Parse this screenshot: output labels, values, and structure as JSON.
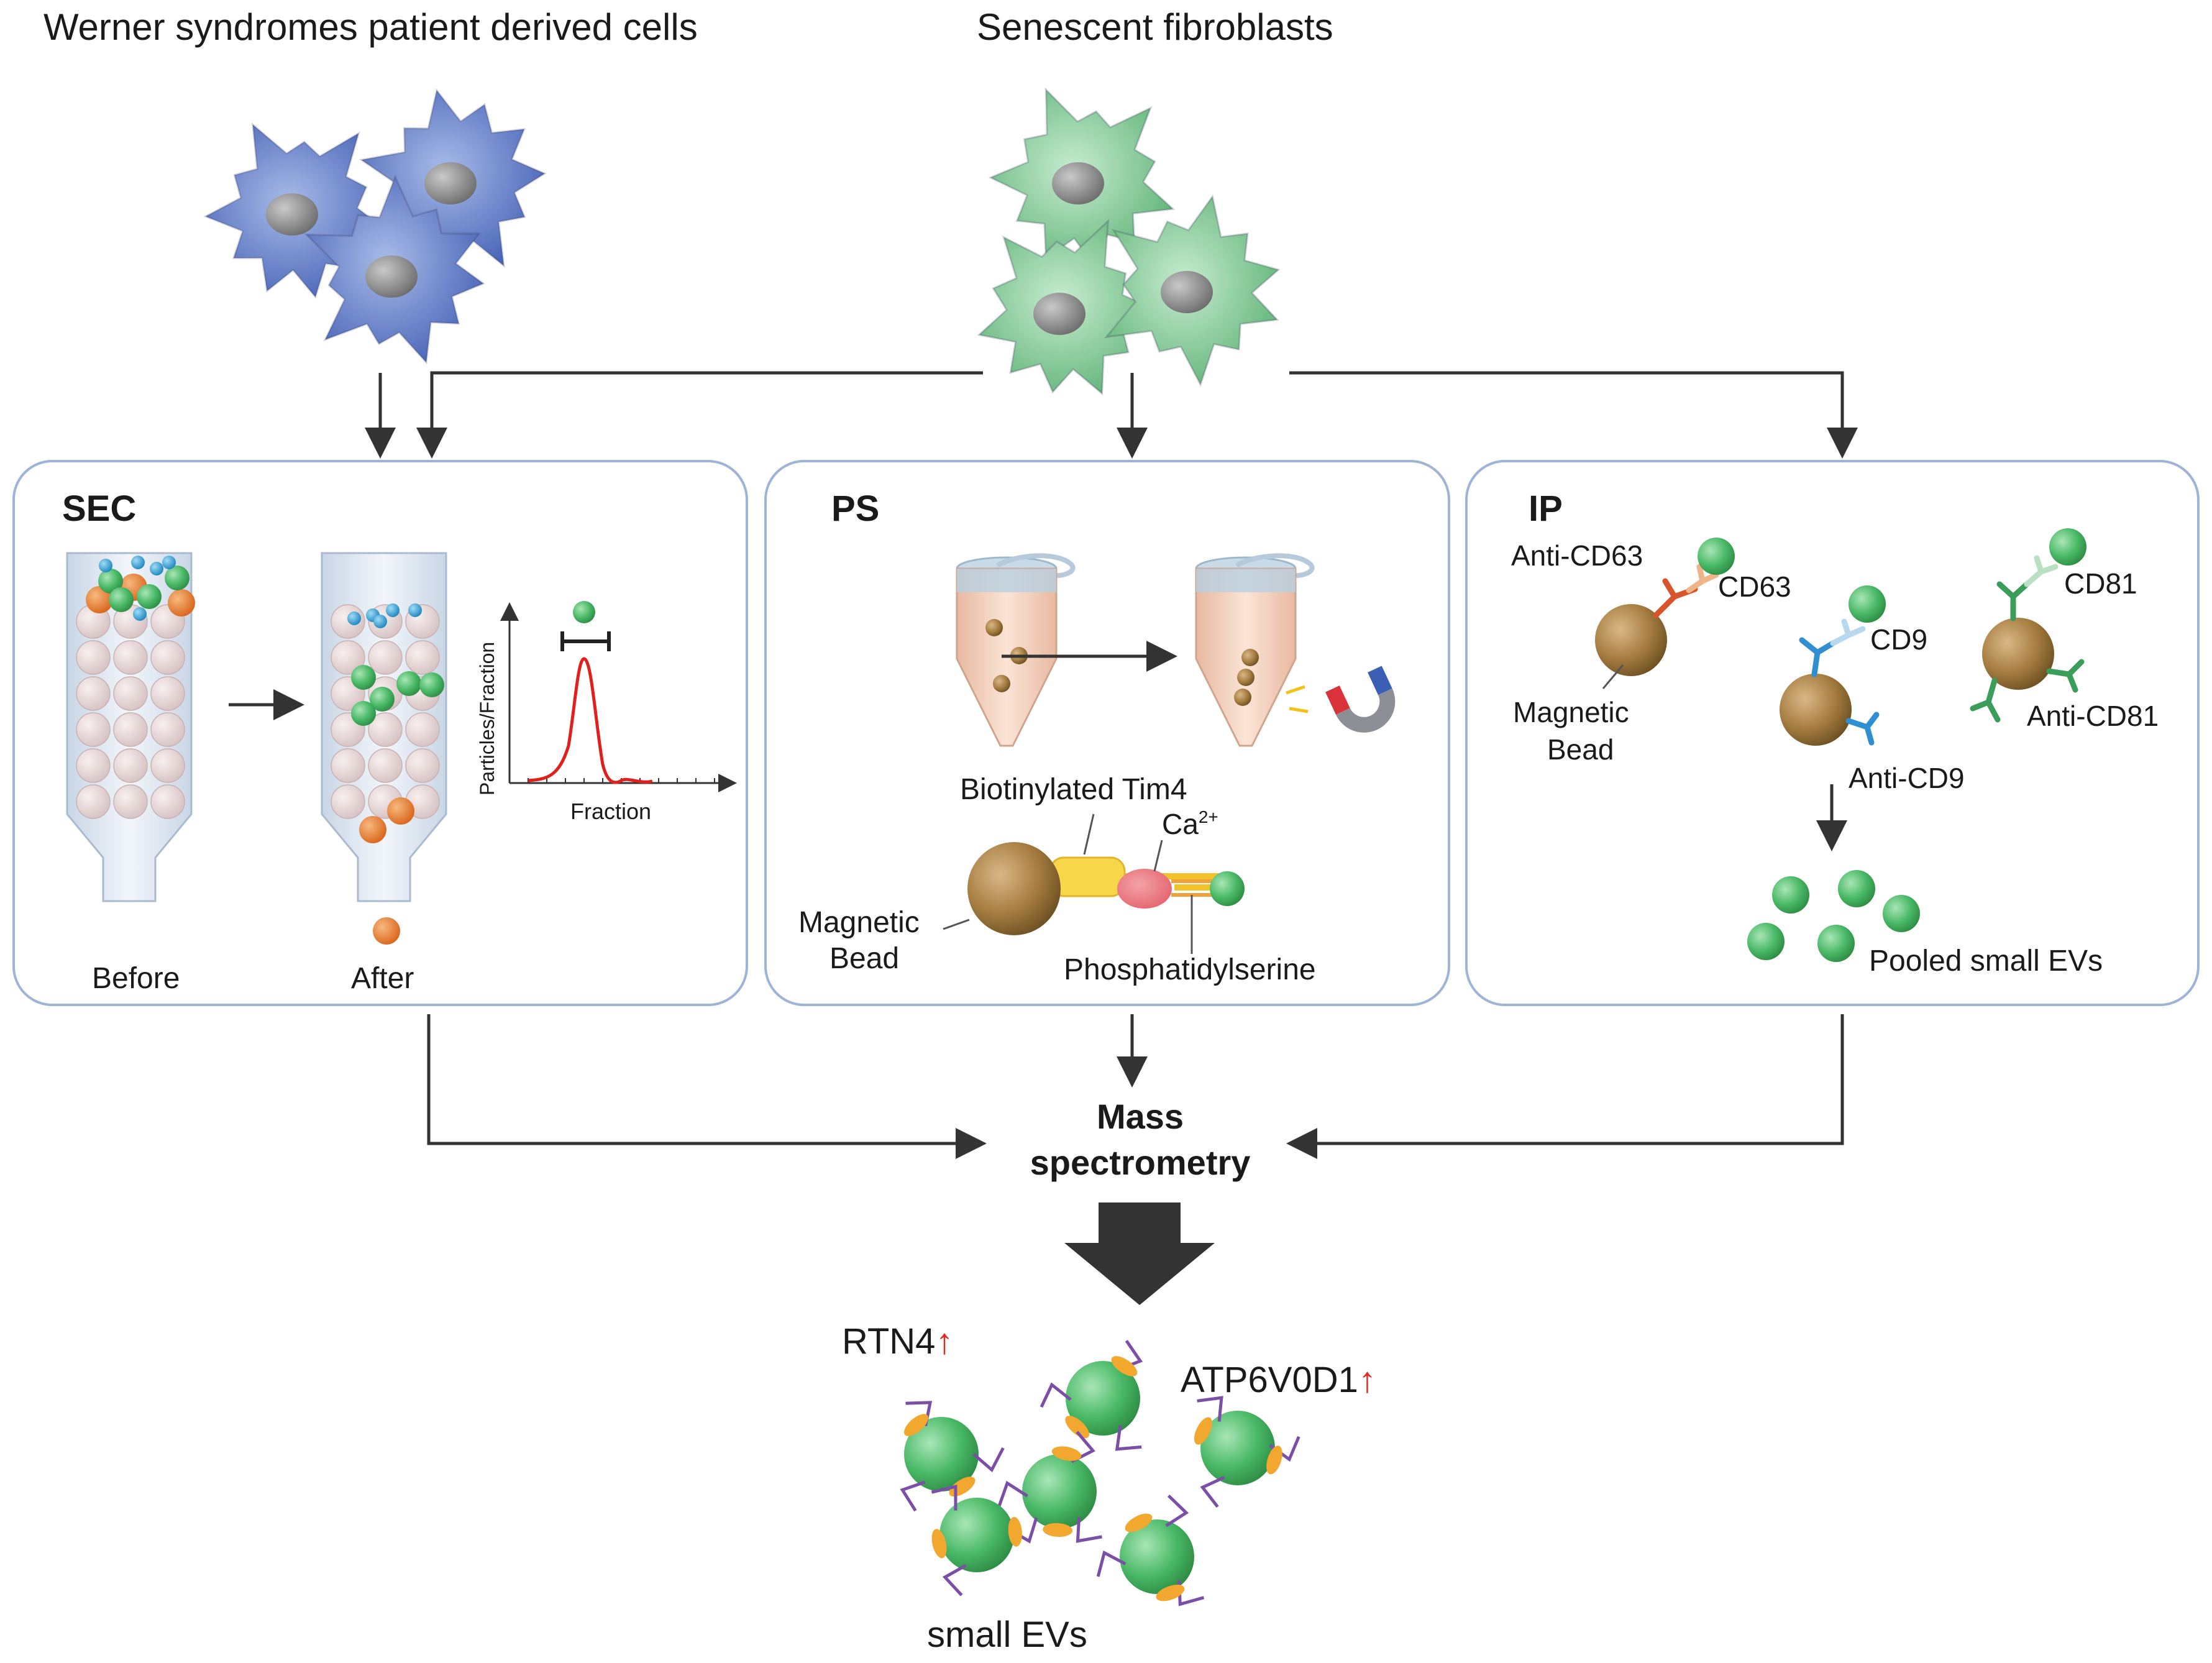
{
  "sources": {
    "werner_label": "Werner syndromes  patient  derived  cells",
    "senescent_label": "Senescent  fibroblasts"
  },
  "sec": {
    "title": "SEC",
    "before_label": "Before",
    "after_label": "After",
    "plot_ylabel": "Particles/Fraction",
    "plot_xlabel": "Fraction"
  },
  "ps": {
    "title": "PS",
    "tim4_label": "Biotinylated Tim4",
    "ca_label": "Ca",
    "ca_sup": "2+",
    "bead_label_line1": "Magnetic",
    "bead_label_line2": "Bead",
    "ps_label": "Phosphatidylserine"
  },
  "ip": {
    "title": "IP",
    "anti_cd63": "Anti-CD63",
    "cd63": "CD63",
    "bead_label_line1": "Magnetic",
    "bead_label_line2": "Bead",
    "cd9": "CD9",
    "anti_cd9": "Anti-CD9",
    "cd81": "CD81",
    "anti_cd81": "Anti-CD81",
    "pooled_label": "Pooled small EVs"
  },
  "ms": {
    "line1": "Mass",
    "line2": "spectrometry"
  },
  "result": {
    "rtn4": "RTN4",
    "atp": "ATP6V0D1",
    "up_arrow": "↑",
    "evs_label": "small  EVs"
  },
  "colors": {
    "werner_cell": "#5b79c4",
    "senescent_cell": "#7cc48e",
    "panel_border": "#9db3d8",
    "ev_green": "#3fb35a",
    "bead_brown": "#a0793f",
    "orange": "#e87a22",
    "blue_dot": "#29a0d8",
    "curve_red": "#e0201c",
    "arrow_dark": "#333333",
    "up_red": "#e8261f"
  }
}
